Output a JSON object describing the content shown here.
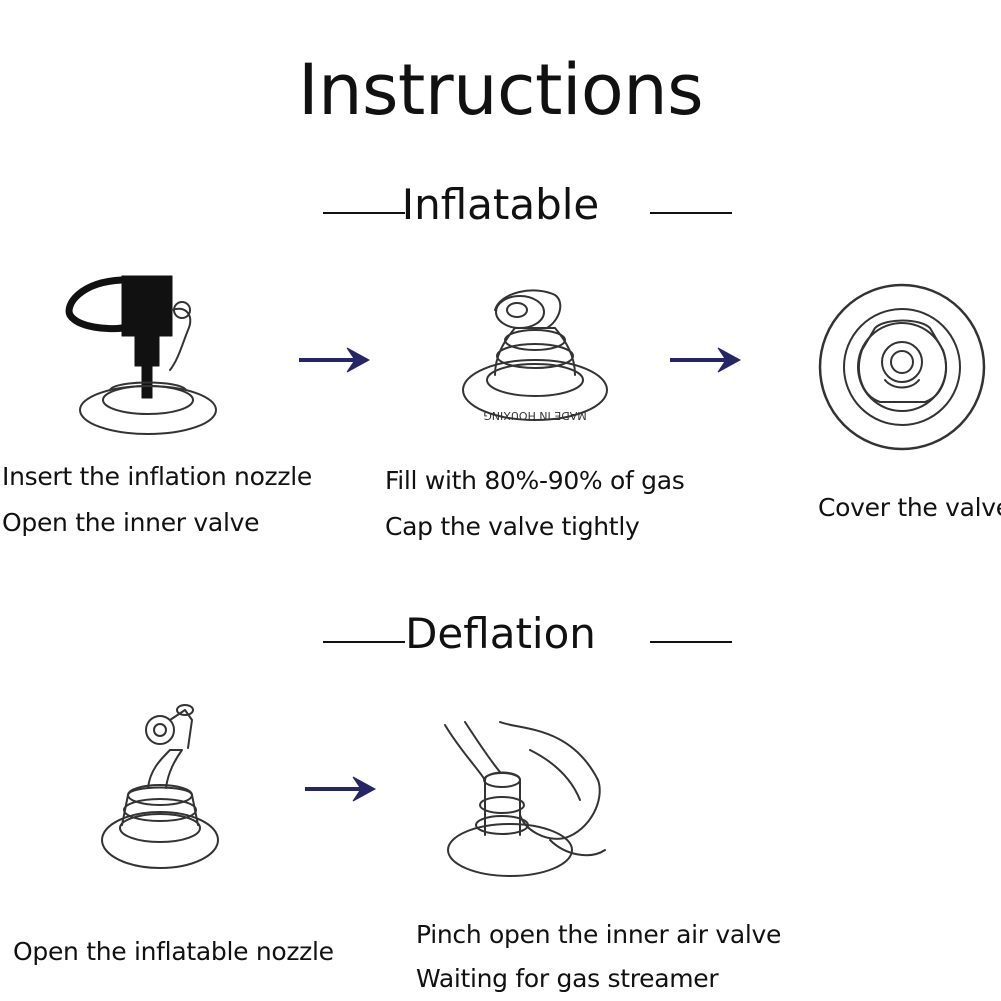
{
  "title": "Instructions",
  "sections": [
    {
      "heading": "Inflatable",
      "steps": [
        {
          "line1": "Insert the inflation nozzle",
          "line2": "Open the inner valve"
        },
        {
          "line1": "Fill with 80%-90% of gas",
          "line2": "Cap the valve tightly"
        },
        {
          "line1": "Cover the valve"
        }
      ]
    },
    {
      "heading": "Deflation",
      "steps": [
        {
          "line1": "Open the inflatable nozzle"
        },
        {
          "line1": "Pinch open the inner air valve",
          "line2": "Waiting for gas streamer"
        }
      ]
    }
  ],
  "valve_marking": "MADE IN HOUXING",
  "colors": {
    "text": "#111111",
    "arrow": "#262666",
    "line_art": "#333333"
  }
}
